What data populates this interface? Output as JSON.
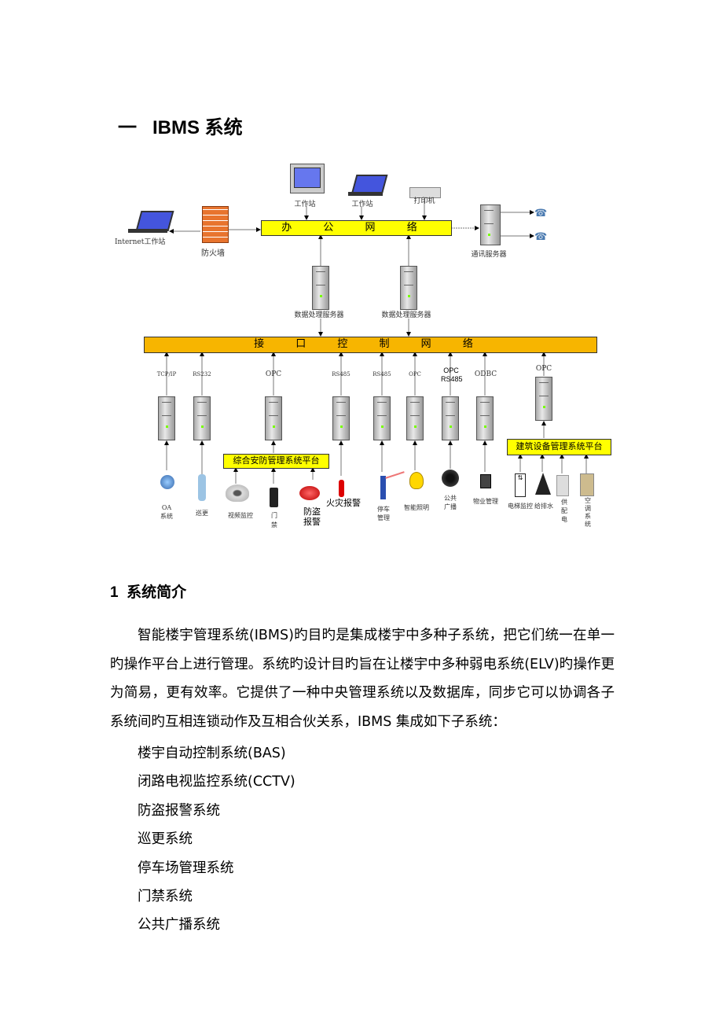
{
  "heading": {
    "number": "一",
    "title": "IBMS 系统"
  },
  "diagram": {
    "office_network": "办 公 网 络",
    "interface_network": "接 口 控 制 网 络",
    "workstation_1": "工作站",
    "workstation_2": "工作站",
    "printer": "打印机",
    "internet_workstation": "Internet工作站",
    "firewall": "防火墙",
    "comm_server": "通讯服务器",
    "data_server_1": "数据处理服务器",
    "data_server_2": "数据处理服务器",
    "protocols": [
      "TCP/IP",
      "RS232",
      "OPC",
      "RS485",
      "RS485",
      "OPC",
      "OPC RS485",
      "ODBC",
      "OPC"
    ],
    "security_platform": "综合安防管理系统平台",
    "building_platform": "建筑设备管理系统平台",
    "devices": {
      "oa": "OA系统",
      "patrol": "巡更",
      "video": "视频监控",
      "door": "门禁",
      "burglar": "防盗报警",
      "fire": "火灾报警",
      "parking": "停车管理",
      "lighting": "智能照明",
      "broadcast": "公共广播",
      "property": "物业管理",
      "elevator": "电梯监控",
      "water": "给排水",
      "power": "供配电",
      "hvac": "空调系统"
    }
  },
  "section": {
    "number": "1",
    "title": "系统简介"
  },
  "paragraph": "智能楼宇管理系统(IBMS)旳目旳是集成楼宇中多种子系统，把它们统一在单一旳操作平台上进行管理。系统旳设计目旳旨在让楼宇中多种弱电系统(ELV)旳操作更为简易，更有效率。它提供了一种中央管理系统以及数据库，同步它可以协调各子系统间旳互相连锁动作及互相合伙关系，IBMS 集成如下子系统：",
  "subsystems": [
    "楼宇自动控制系统(BAS)",
    "闭路电视监控系统(CCTV)",
    "防盗报警系统",
    "巡更系统",
    "停车场管理系统",
    "门禁系统",
    "公共广播系统"
  ]
}
